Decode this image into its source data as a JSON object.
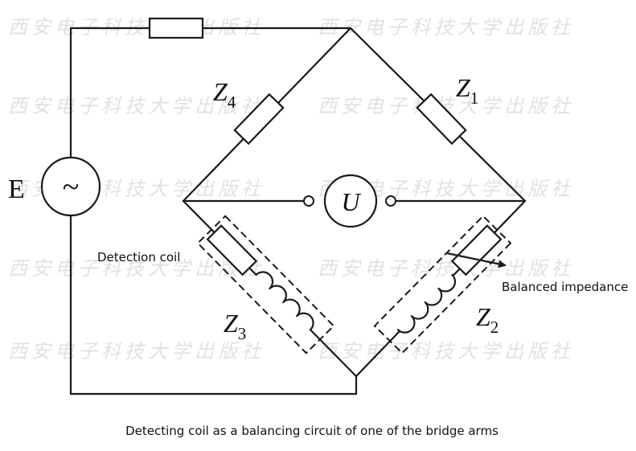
{
  "watermark_text": "西安电子科技大学出版社",
  "source": {
    "label": "E",
    "symbol": "~"
  },
  "meter": {
    "label": "U"
  },
  "arms": [
    {
      "name": "Z",
      "sub": "4"
    },
    {
      "name": "Z",
      "sub": "1"
    },
    {
      "name": "Z",
      "sub": "3"
    },
    {
      "name": "Z",
      "sub": "2"
    }
  ],
  "annotations": {
    "detection_coil": "Detection coil",
    "balanced_impedance": "Balanced impedance"
  },
  "caption": "Detecting coil as a balancing circuit of one of the bridge arms"
}
